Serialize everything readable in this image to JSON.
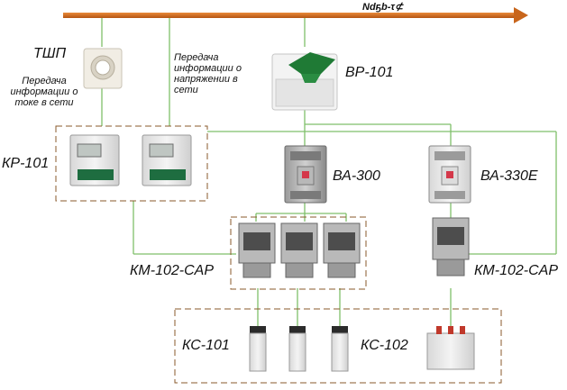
{
  "bus_label": "Ndҕb-τ⊄",
  "labels": {
    "tshp": "ТШП",
    "info_current": "Передача информации о токе в сети",
    "info_voltage": "Передача информации о напряжении в сети",
    "vr101": "ВР-101",
    "kr101": "КР-101",
    "va300": "ВА-300",
    "va330e": "ВА-330Е",
    "km102_left": "КМ-102-CAP",
    "km102_right": "КМ-102-CAP",
    "ks101": "КС-101",
    "ks102": "КС-102"
  },
  "colors": {
    "bus": "#c8651b",
    "wire": "#7fbf6a",
    "dash": "#8a5a2b"
  }
}
